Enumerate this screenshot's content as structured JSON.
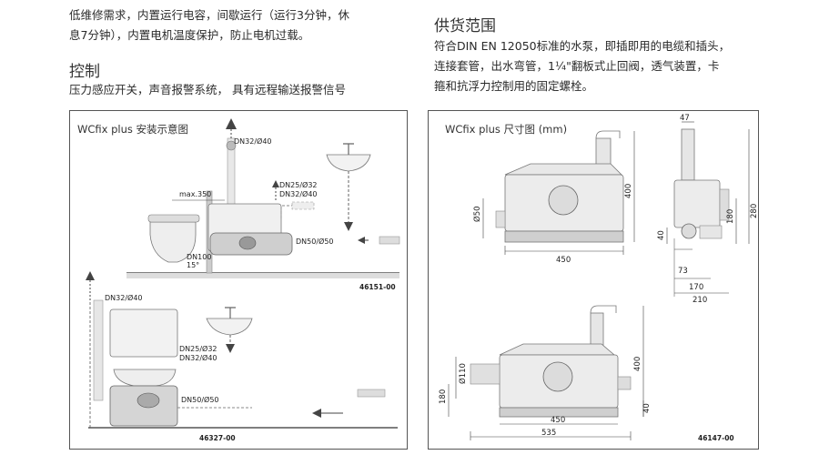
{
  "left_text": {
    "line1": "低维修需求，内置运行电容，间歇运行（运行3分钟，休",
    "line2": "息7分钟），内置电机温度保护，防止电机过载。"
  },
  "control": {
    "heading": "控制",
    "text": "压力感应开关，声音报警系统，  具有远程输送报警信号"
  },
  "supply": {
    "heading": "供货范围",
    "line1": "符合DIN EN 12050标准的水泵，即插即用的电缆和插头，",
    "line2": "连接套管，出水弯管，1¼\"翻板式止回阀，透气装置，卡",
    "line3": "箍和抗浮力控制用的固定螺栓。"
  },
  "install_panel": {
    "title": "WCfix plus 安装示意图",
    "labels": {
      "dn32_40_top": "DN32/Ø40",
      "max350": "max.350",
      "dn25_32": "DN25/Ø32",
      "dn32_40_mid": "DN32/Ø40",
      "dn50_50": "DN50/Ø50",
      "dn100": "DN100",
      "angle15": "15°",
      "code1": "46151-00",
      "dn32_40_low": "DN32/Ø40",
      "dn25_32_low": "DN25/Ø32",
      "dn32_40_low2": "DN32/Ø40",
      "dn50_50_low": "DN50/Ø50",
      "code2": "46327-00"
    }
  },
  "dims_panel": {
    "title": "WCfix plus 尺寸图 (mm)",
    "dims": {
      "d47": "47",
      "d400a": "400",
      "d50a": "Ø50",
      "d450": "450",
      "d180": "180",
      "d280": "280",
      "d40a": "40",
      "d73": "73",
      "d170": "170",
      "d210": "210",
      "d110": "Ø110",
      "d180b": "180",
      "d400b": "400",
      "d40b": "40",
      "d450b": "450",
      "d535": "535",
      "code3": "46147-00"
    }
  }
}
